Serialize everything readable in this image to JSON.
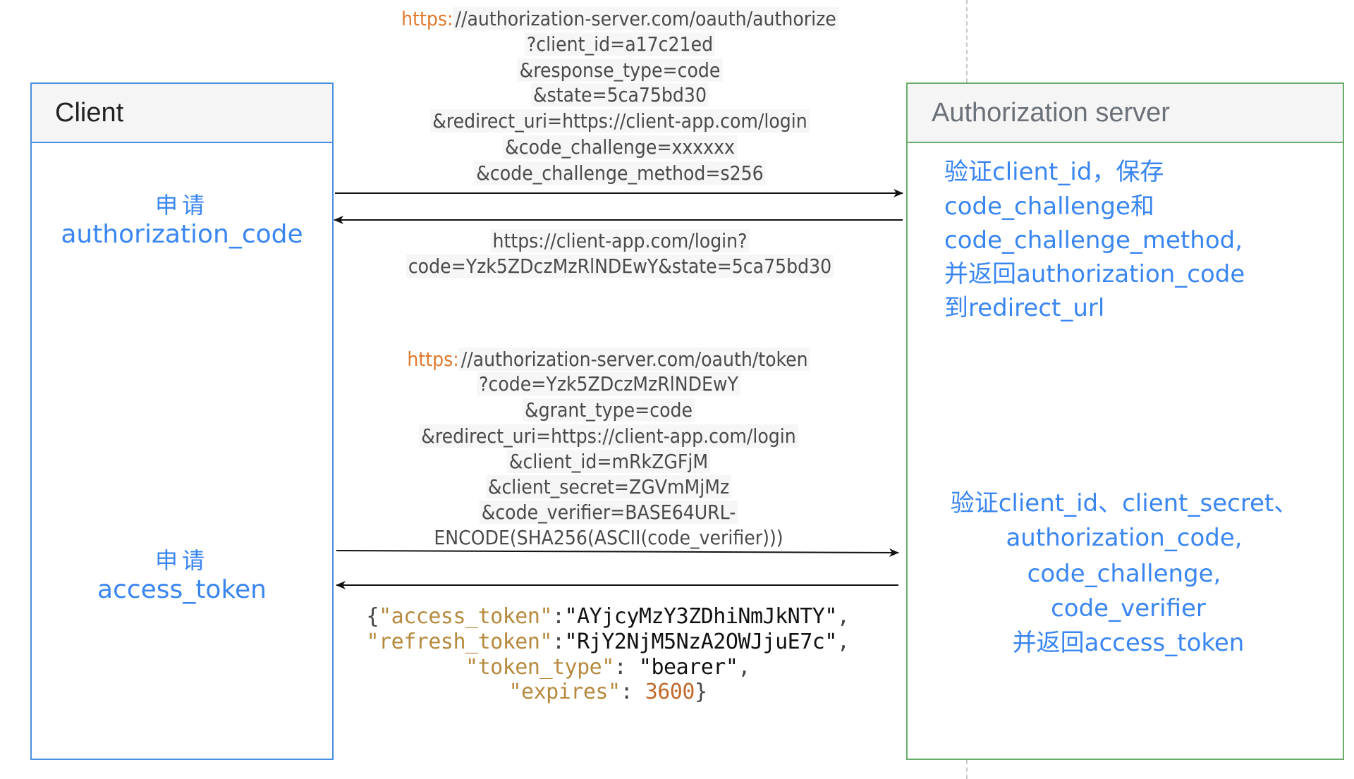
{
  "client": {
    "title": "Client",
    "step1_label_cn": "申请",
    "step1_label_en": "authorization_code",
    "step2_label_cn": "申请",
    "step2_label_en": "access_token"
  },
  "server": {
    "title": "Authorization server",
    "step1_lines": [
      "验证client_id，保存",
      "code_challenge和",
      "code_challenge_method,",
      "并返回authorization_code",
      "到redirect_url"
    ],
    "step2_lines": [
      "验证client_id、client_secret、",
      "authorization_code,",
      "code_challenge,",
      "code_verifier",
      "并返回access_token"
    ]
  },
  "authorize_request": {
    "protocol": "https:",
    "lines": [
      "//authorization-server.com/oauth/authorize",
      "?client_id=a17c21ed",
      "&response_type=code",
      "&state=5ca75bd30",
      "&redirect_uri=https://client-app.com/login",
      "&code_challenge=xxxxxx",
      "&code_challenge_method=s256"
    ]
  },
  "authorize_response": {
    "lines": [
      "https://client-app.com/login?",
      "code=Yzk5ZDczMzRlNDEwY&state=5ca75bd30"
    ]
  },
  "token_request": {
    "protocol": "https:",
    "lines": [
      "//authorization-server.com/oauth/token",
      "?code=Yzk5ZDczMzRlNDEwY",
      "&grant_type=code",
      "&redirect_uri=https://client-app.com/login",
      "&client_id=mRkZGFjM",
      "&client_secret=ZGVmMjMz",
      "&code_verifier=BASE64URL-",
      "ENCODE(SHA256(ASCII(code_verifier)))"
    ]
  },
  "token_response": {
    "access_token_key": "\"access_token\"",
    "access_token_value": "\"AYjcyMzY3ZDhiNmJkNTY\"",
    "refresh_token_key": "\"refresh_token\"",
    "refresh_token_value": "\"RjY2NjM5NzA2OWJjuE7c\"",
    "token_type_key": "\"token_type\"",
    "token_type_value": "\"bearer\"",
    "expires_key": "\"expires\"",
    "expires_value": "3600"
  },
  "colors": {
    "client_border": "#4a90e2",
    "server_border": "#6aad6a",
    "label_blue": "#3a86f0",
    "protocol_orange": "#e07a2e",
    "json_key": "#b68a3e",
    "json_number": "#c06a2e"
  }
}
